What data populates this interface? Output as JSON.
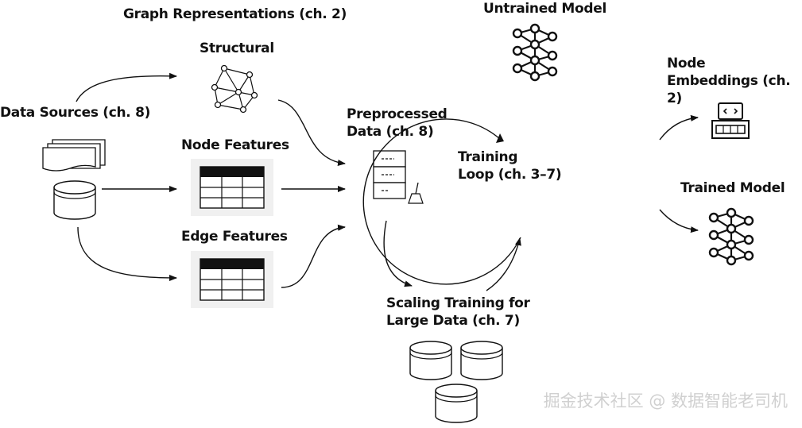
{
  "labels": {
    "graph_representations": "Graph Representations (ch. 2)",
    "structural": "Structural",
    "data_sources": "Data Sources (ch. 8)",
    "node_features": "Node Features",
    "edge_features": "Edge Features",
    "preprocessed_data": "Preprocessed\nData (ch. 8)",
    "untrained_model": "Untrained Model",
    "training_loop": "Training\nLoop (ch. 3–7)",
    "node_embeddings": "Node\nEmbeddings (ch. 2)",
    "trained_model": "Trained Model",
    "scaling_training": "Scaling Training for\nLarge Data (ch. 7)"
  },
  "watermark": "掘金技术社区 @ 数据智能老司机",
  "colors": {
    "stroke": "#111111",
    "panel": "#f0f0f0",
    "table_header": "#111111"
  }
}
